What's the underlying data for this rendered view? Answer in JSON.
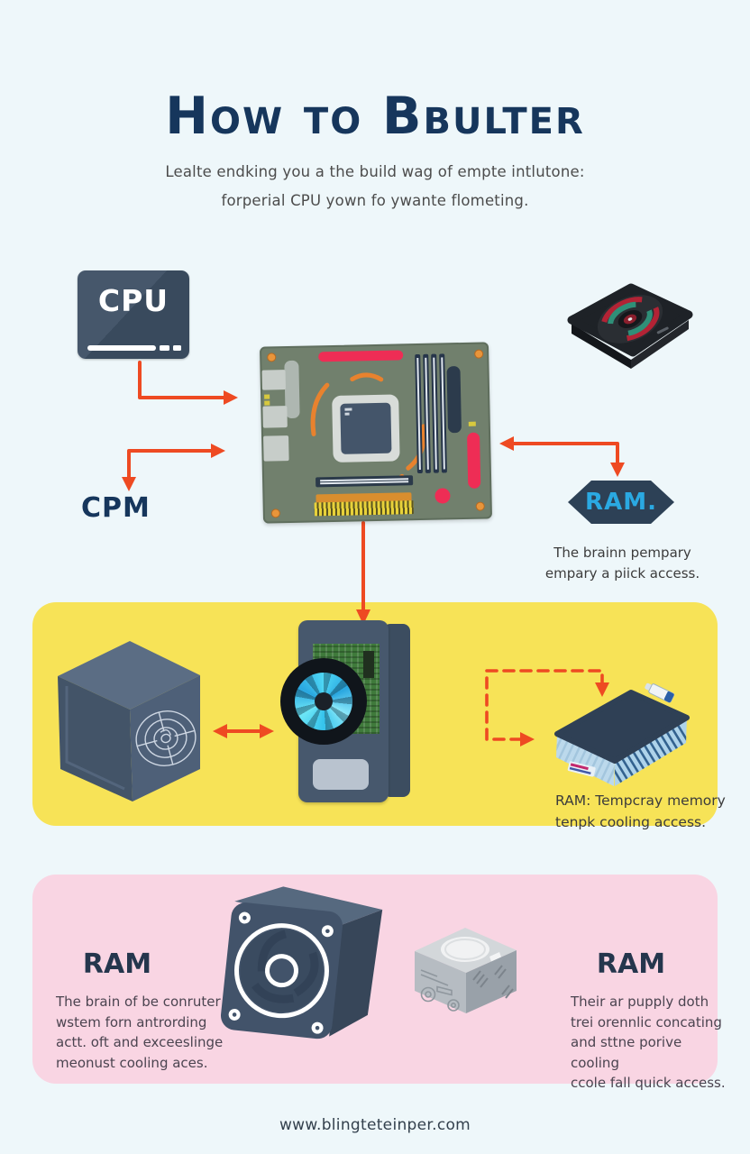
{
  "title": "How to Bbulter",
  "subtitle": {
    "line1": "Lealte endking you a the build wag of empte intlutone:",
    "line2": "forperial CPU yown fo ywante flometing."
  },
  "diagram": {
    "cpu_chip_label": "CPU",
    "cpm_label": "CPM",
    "ram_badge_label": "RAM.",
    "ram_caption": {
      "line1": "The brainn pempary",
      "line2": "empary a piick access."
    }
  },
  "cooling_section": {
    "caption": {
      "line1": "RAM: Tempcray memory",
      "line2": "tenpk cooling access."
    }
  },
  "components_section": {
    "left": {
      "heading": "RAM",
      "lines": [
        "The brain of be conruter",
        "wstem forn antrording",
        "actt. oft and exceeslinge",
        "meonust cooling aces."
      ]
    },
    "right": {
      "heading": "RAM",
      "lines": [
        "Their ar pupply doth",
        "trei orennlic concating",
        "and sttne porive cooling",
        "ccole fall quick access."
      ]
    }
  },
  "footer": {
    "url": "www.blingteteinper.com"
  },
  "colors": {
    "background": "#eef7fa",
    "title_navy": "#16365c",
    "arrow_accent": "#ee4a22",
    "yellow_panel": "#f7e357",
    "pink_panel": "#f9d5e3",
    "ram_badge_text": "#2aa9e2",
    "slate_component": "#44556a"
  }
}
